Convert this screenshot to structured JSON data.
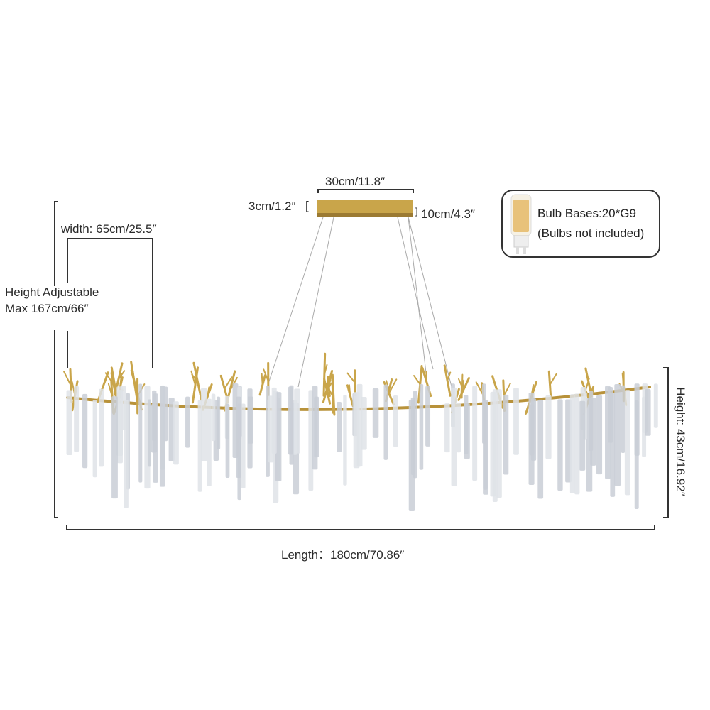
{
  "dimensions": {
    "canopy_length": "30cm/11.8″",
    "canopy_height": "3cm/1.2″",
    "canopy_width": "10cm/4.3″",
    "width": "width: 65cm/25.5″",
    "height_adjustable_line1": "Height Adjustable",
    "height_adjustable_line2": "Max 167cm/66″",
    "height": "Height:  43cm/16.92″",
    "length": "Length：180cm/70.86″"
  },
  "bulb_info": {
    "line1": "Bulb Bases:20*G9",
    "line2": "(Bulbs not included)",
    "icon": "g9-led-bulb-icon"
  },
  "colors": {
    "gold": "#c9a54a",
    "crystal": "#d8dde2",
    "line": "#333333"
  }
}
